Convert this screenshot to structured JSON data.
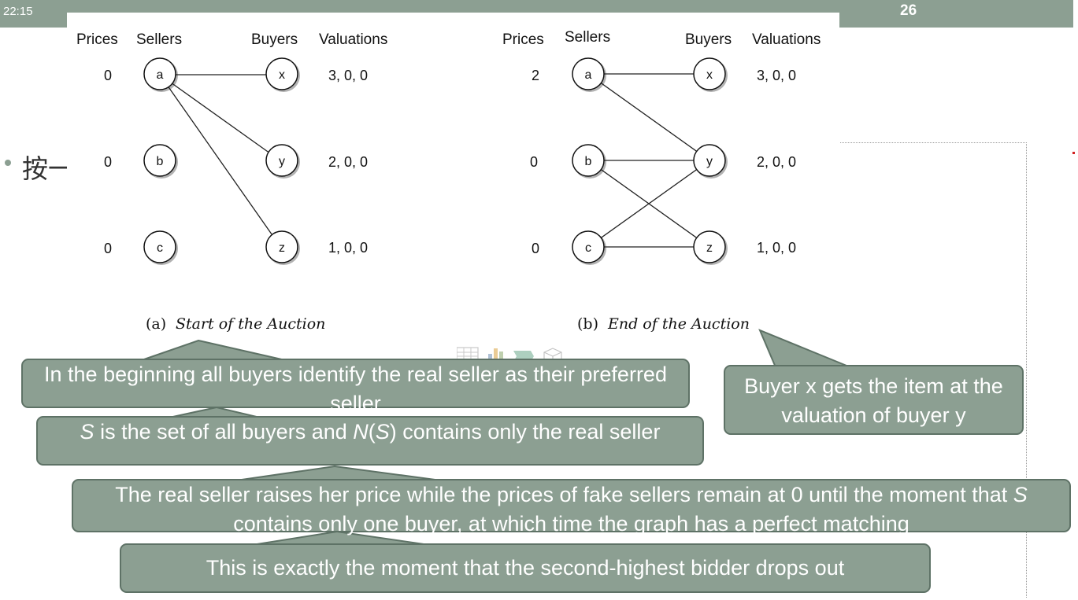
{
  "status": {
    "time": "22:15",
    "page_number": "26"
  },
  "slide": {
    "bullet_text": "按一"
  },
  "diagram": {
    "headers": {
      "prices": "Prices",
      "sellers": "Sellers",
      "buyers": "Buyers",
      "valuations": "Valuations"
    },
    "panel_a": {
      "caption_label": "(a)",
      "caption_title": "Start of the Auction",
      "prices": [
        "0",
        "0",
        "0"
      ],
      "sellers": [
        "a",
        "b",
        "c"
      ],
      "buyers": [
        "x",
        "y",
        "z"
      ],
      "valuations": [
        "3, 0, 0",
        "2, 0, 0",
        "1, 0, 0"
      ],
      "edges": [
        [
          "a",
          "x"
        ],
        [
          "a",
          "y"
        ],
        [
          "a",
          "z"
        ]
      ]
    },
    "panel_b": {
      "caption_label": "(b)",
      "caption_title": "End of the Auction",
      "prices": [
        "2",
        "0",
        "0"
      ],
      "sellers": [
        "a",
        "b",
        "c"
      ],
      "buyers": [
        "x",
        "y",
        "z"
      ],
      "valuations": [
        "3, 0, 0",
        "2, 0, 0",
        "1, 0, 0"
      ],
      "edges": [
        [
          "a",
          "x"
        ],
        [
          "a",
          "y"
        ],
        [
          "b",
          "y"
        ],
        [
          "b",
          "z"
        ],
        [
          "c",
          "y"
        ],
        [
          "c",
          "z"
        ]
      ]
    }
  },
  "callouts": {
    "c1": "In the beginning all buyers identify the real seller as their preferred seller",
    "c2_s": "S",
    "c2_mid": " is the set of all buyers and ",
    "c2_n": "N",
    "c2_open": "(",
    "c2_s2": "S",
    "c2_rest": ") contains only the real seller",
    "c3_a": "The real seller raises her price while the prices of fake sellers remain at 0 until the moment that ",
    "c3_s": "S",
    "c3_b": " contains only one buyer, at which time the graph has a perfect matching",
    "c4": "This is exactly the moment that the second-highest bidder drops out",
    "c5": "Buyer x gets the item at the valuation of buyer y"
  },
  "colors": {
    "bar": "#8c9f92",
    "callout_fill": "#8c9f92",
    "callout_border": "#5e7266",
    "text_light": "#ffffff"
  },
  "icons": [
    "table-icon",
    "chart-icon",
    "smartart-icon",
    "3d-model-icon"
  ]
}
